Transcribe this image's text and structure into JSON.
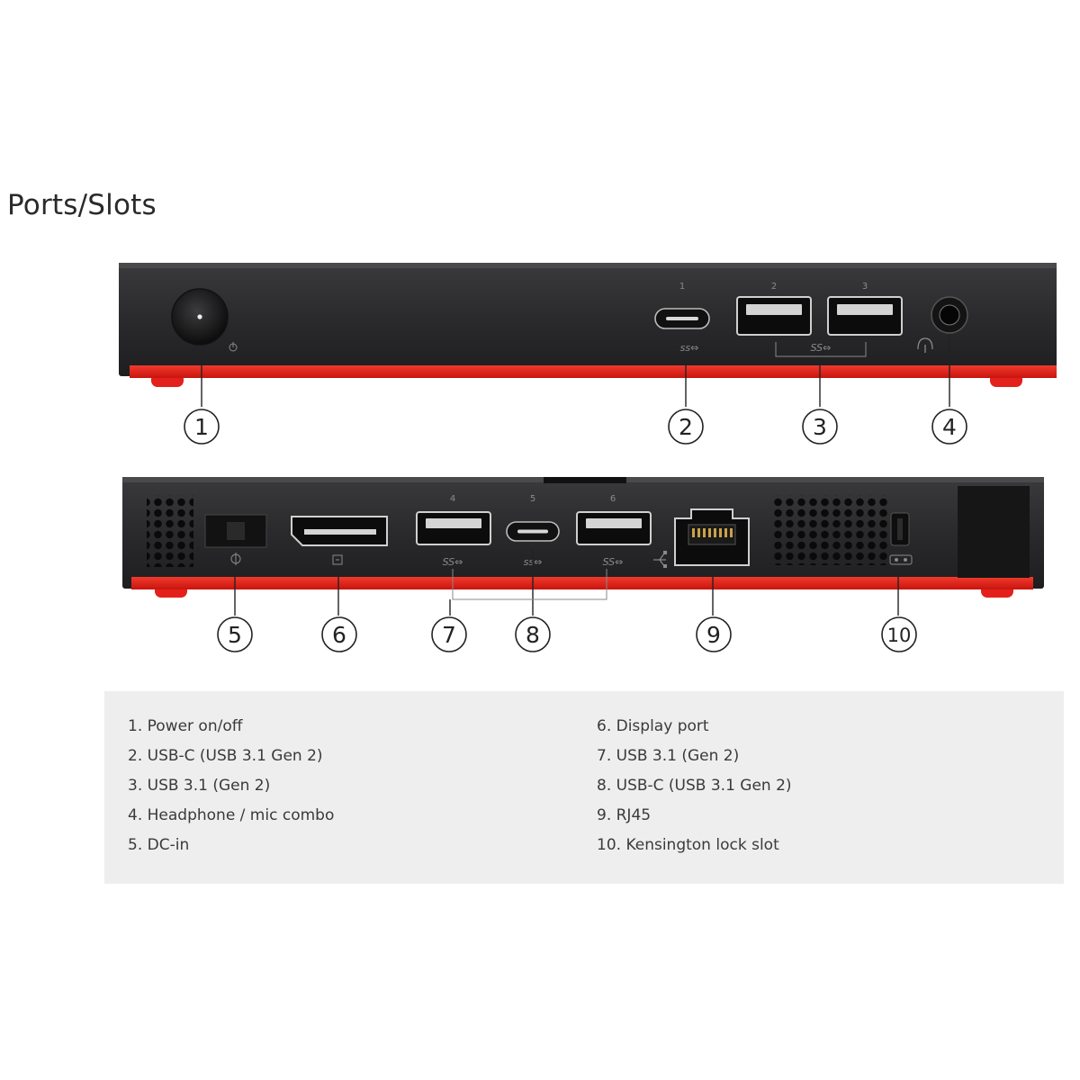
{
  "title": "Ports/Slots",
  "front_port_numbers": [
    "1",
    "2",
    "3"
  ],
  "rear_port_numbers": [
    "4",
    "5",
    "6"
  ],
  "usb_marks": {
    "type_c": "ss⇔",
    "usb3": "SS⇔"
  },
  "callouts": [
    "1",
    "2",
    "3",
    "4",
    "5",
    "6",
    "7",
    "8",
    "9",
    "10"
  ],
  "legend": {
    "left": [
      "1. Power on/off",
      "2. USB-C (USB 3.1 Gen 2)",
      "3. USB 3.1 (Gen 2)",
      "4. Headphone / mic combo",
      "5. DC-in"
    ],
    "right": [
      "6. Display port",
      "7. USB 3.1 (Gen 2)",
      "8. USB-C (USB 3.1 Gen 2)",
      "9. RJ45",
      "10. Kensington lock slot"
    ]
  },
  "colors": {
    "chassis": "#2b2b2d",
    "accent_red": "#e3201b",
    "legend_bg": "#eeeeee"
  }
}
